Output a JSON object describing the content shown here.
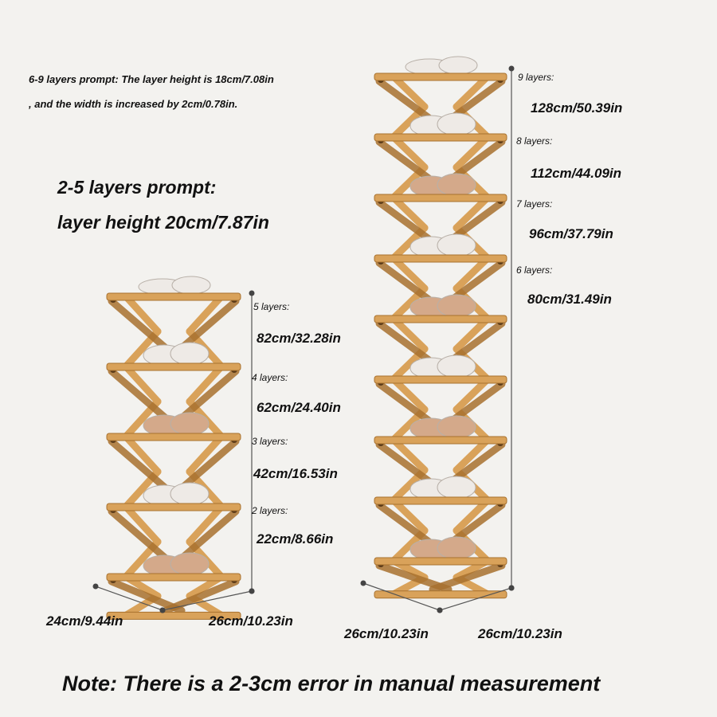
{
  "prompts": {
    "tall_line1": "6-9 layers prompt: The layer height is 18cm/7.08in",
    "tall_line2": ", and the width is increased by 2cm/0.78in.",
    "short_line1": "2-5 layers prompt:",
    "short_line2": "layer height 20cm/7.87in"
  },
  "small_rack": {
    "layers": [
      {
        "label": "5 layers:",
        "height": "82cm/32.28in"
      },
      {
        "label": "4 layers:",
        "height": "62cm/24.40in"
      },
      {
        "label": "3 layers:",
        "height": "42cm/16.53in"
      },
      {
        "label": "2 layers:",
        "height": "22cm/8.66in"
      }
    ],
    "depth": "24cm/9.44in",
    "width": "26cm/10.23in"
  },
  "tall_rack": {
    "layers": [
      {
        "label": "9 layers:",
        "height": "128cm/50.39in"
      },
      {
        "label": "8 layers:",
        "height": "112cm/44.09in"
      },
      {
        "label": "7 layers:",
        "height": "96cm/37.79in"
      },
      {
        "label": "6 layers:",
        "height": "80cm/31.49in"
      }
    ],
    "depth": "26cm/10.23in",
    "width": "26cm/10.23in"
  },
  "note": "Note: There is a 2-3cm error in manual measurement",
  "colors": {
    "background": "#f3f2ef",
    "wood": "#d9a25a",
    "wood_dark": "#a8712f",
    "shoe_white": "#eeeae6",
    "shoe_tan": "#d4a98a",
    "line": "#555555"
  }
}
